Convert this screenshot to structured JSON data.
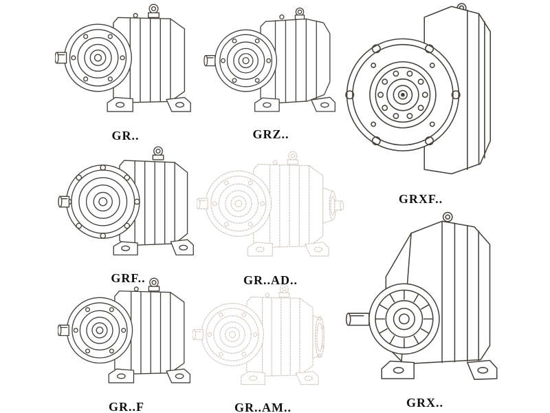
{
  "colors": {
    "line": "#45403a",
    "faded_line": "#d4ccc3",
    "label": "#101010",
    "background": "#ffffff"
  },
  "models": [
    {
      "id": "gr",
      "label": "GR..",
      "drawing": "foot-mounted-helical-gear-unit",
      "faded": false
    },
    {
      "id": "grz",
      "label": "GRZ..",
      "drawing": "foot-mounted-helical-gear-unit-variant",
      "faded": false
    },
    {
      "id": "grxf",
      "label": "GRXF..",
      "drawing": "flange-mounted-gear-unit-front-view",
      "faded": false
    },
    {
      "id": "grf",
      "label": "GRF..",
      "drawing": "flange-helical-gear-unit",
      "faded": false
    },
    {
      "id": "gr-ad",
      "label": "GR..AD..",
      "drawing": "helical-gear-unit-with-input-adapter",
      "faded": true
    },
    {
      "id": "gr-f",
      "label": "GR..F",
      "drawing": "foot-mounted-helical-gear-unit",
      "faded": false
    },
    {
      "id": "gr-am",
      "label": "GR..AM..",
      "drawing": "helical-gear-unit-with-motor-adapter",
      "faded": true
    },
    {
      "id": "grx",
      "label": "GRX..",
      "drawing": "large-foot-mounted-gear-unit",
      "faded": false
    }
  ]
}
